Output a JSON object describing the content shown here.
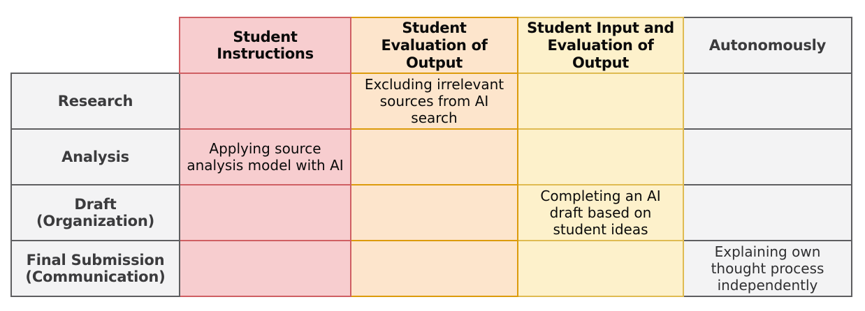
{
  "table": {
    "corner_label": "",
    "columns": [
      {
        "key": "rowlabel",
        "label": "",
        "style": "rowlabel",
        "accent": "#5e5e60",
        "fill": "#f3f3f4"
      },
      {
        "key": "instructions",
        "label": "Student Instructions",
        "style": "pink",
        "accent": "#cf5f63",
        "fill": "#f7cdcf"
      },
      {
        "key": "evaluation",
        "label": "Student Evaluation of Output",
        "style": "peach",
        "accent": "#dc9b0c",
        "fill": "#fde5cc"
      },
      {
        "key": "input_and_evaluation",
        "label": "Student Input and Evaluation of Output",
        "style": "yellow",
        "accent": "#dfbb52",
        "fill": "#fdf1cb"
      },
      {
        "key": "autonomously",
        "label": "Autonomously",
        "style": "gray",
        "accent": "#5e5e60",
        "fill": "#f3f3f4"
      }
    ],
    "rows": [
      {
        "label": "Research",
        "cells": {
          "instructions": "",
          "evaluation": "Excluding irrelevant sources from AI search",
          "input_and_evaluation": "",
          "autonomously": ""
        }
      },
      {
        "label": "Analysis",
        "cells": {
          "instructions": "Applying source analysis model with AI",
          "evaluation": "",
          "input_and_evaluation": "",
          "autonomously": ""
        }
      },
      {
        "label": "Draft (Organization)",
        "label_line1": "Draft",
        "label_line2": "(Organization)",
        "cells": {
          "instructions": "",
          "evaluation": "",
          "input_and_evaluation": "Completing an AI draft based on student ideas",
          "autonomously": ""
        }
      },
      {
        "label": "Final Submission (Communication)",
        "label_line1": "Final Submission",
        "label_line2": "(Communication)",
        "cells": {
          "instructions": "",
          "evaluation": "",
          "input_and_evaluation": "",
          "autonomously": "Explaining own thought process independently"
        }
      }
    ]
  }
}
